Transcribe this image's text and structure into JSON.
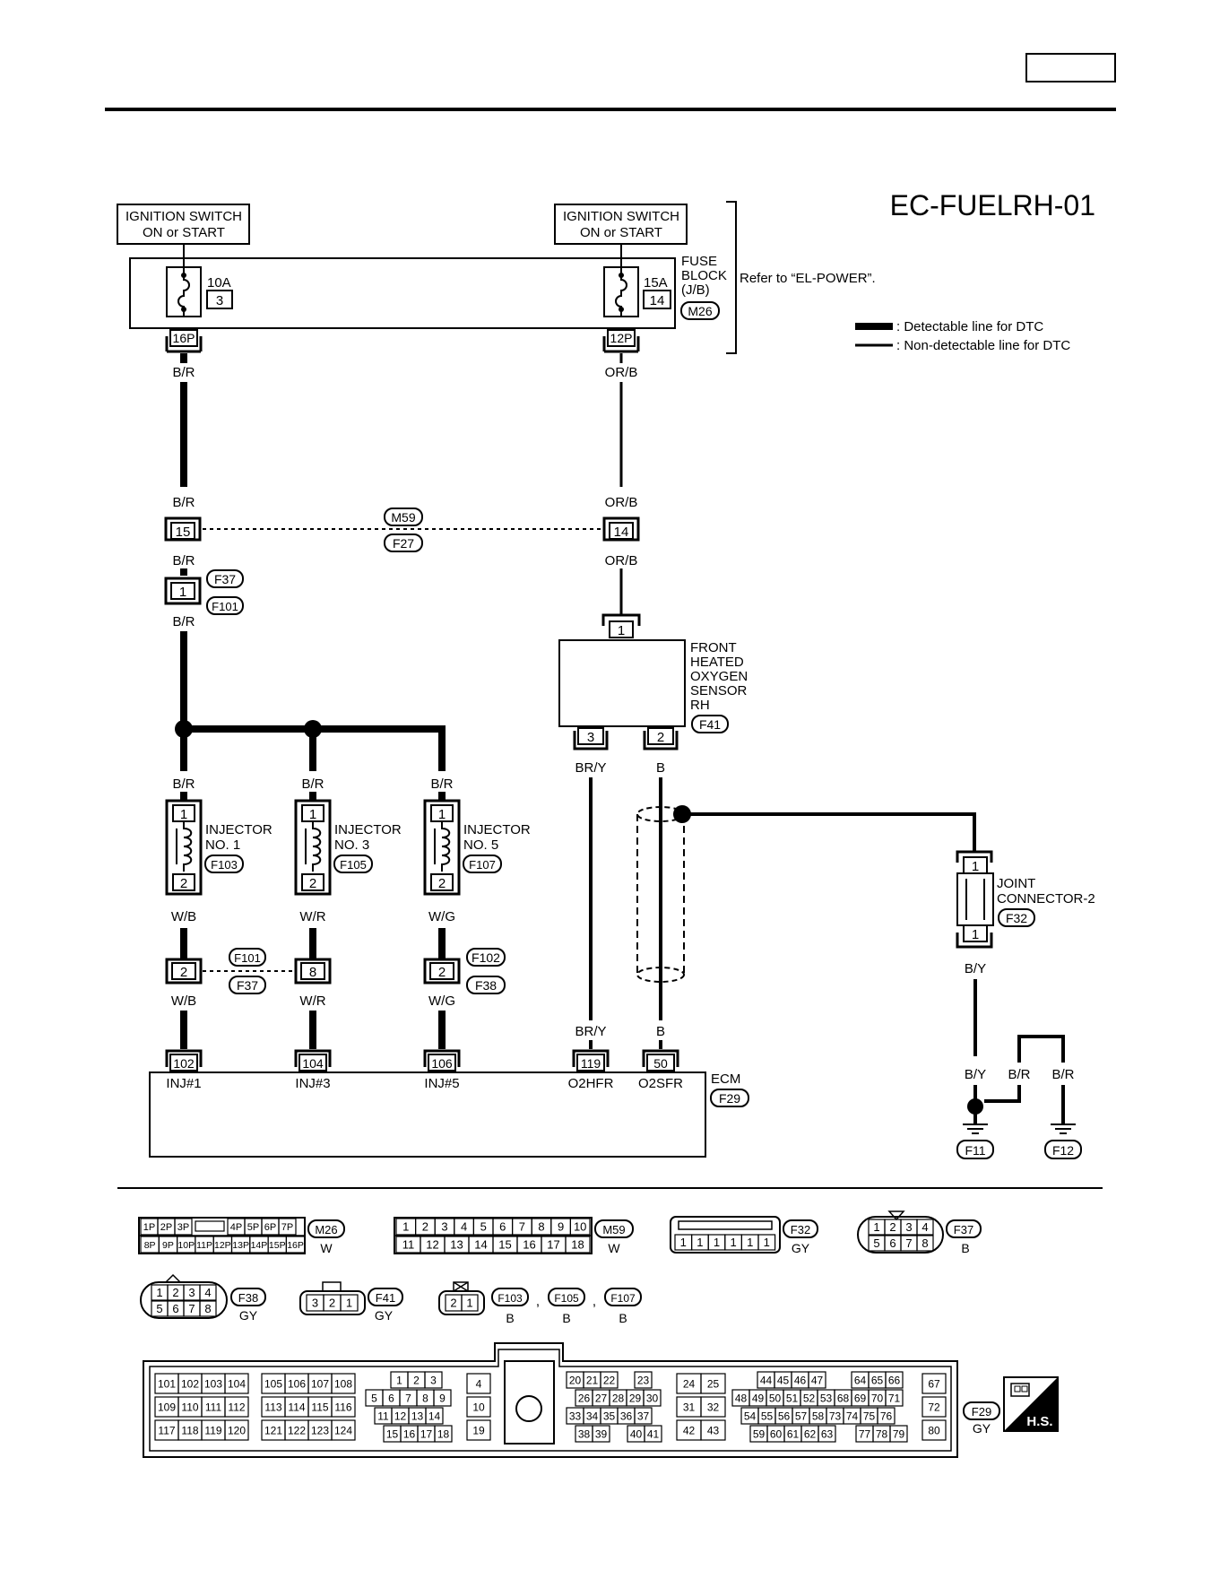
{
  "page": {
    "diagram_id": "EC-FUELRH-01",
    "header_tab": ""
  },
  "power": {
    "left_switch": [
      "IGNITION SWITCH",
      "ON or START"
    ],
    "right_switch": [
      "IGNITION SWITCH",
      "ON or START"
    ],
    "fuse_left": {
      "amps": "10A",
      "num": "3",
      "conn": "16P"
    },
    "fuse_right": {
      "amps": "15A",
      "num": "14",
      "conn": "12P"
    },
    "fuse_block_label": [
      "FUSE",
      "BLOCK",
      "(J/B)"
    ],
    "fuse_block_conn": "M26",
    "refer_text": "Refer to “EL-POWER”."
  },
  "legend": {
    "detectable": ": Detectable line for DTC",
    "non_detectable": ": Non-detectable line for DTC"
  },
  "wires": {
    "br": "B/R",
    "orb": "OR/B",
    "wb": "W/B",
    "wr": "W/R",
    "wg": "W/G",
    "bry": "BR/Y",
    "b": "B",
    "by": "B/Y"
  },
  "connectors": {
    "m59_f27": {
      "left_pin": "15",
      "right_pin": "14",
      "top": "M59",
      "bottom": "F27"
    },
    "f37_f101": {
      "pin": "1",
      "top": "F37",
      "bottom": "F101"
    },
    "inj_jct": {
      "pin1": "2",
      "pin2": "8",
      "pin3": "2",
      "lbl_a_top": "F101",
      "lbl_a_bottom": "F37",
      "lbl_b_top": "F102",
      "lbl_b_bottom": "F38"
    }
  },
  "injectors": [
    {
      "name1": "INJECTOR",
      "name2": "NO. 1",
      "conn": "F103",
      "pin_top": "1",
      "pin_bottom": "2"
    },
    {
      "name1": "INJECTOR",
      "name2": "NO. 3",
      "conn": "F105",
      "pin_top": "1",
      "pin_bottom": "2"
    },
    {
      "name1": "INJECTOR",
      "name2": "NO. 5",
      "conn": "F107",
      "pin_top": "1",
      "pin_bottom": "2"
    }
  ],
  "sensor": {
    "lines": [
      "FRONT",
      "HEATED",
      "OXYGEN",
      "SENSOR",
      "RH"
    ],
    "conn": "F41",
    "pin_top": "1",
    "pin_left": "3",
    "pin_right": "2"
  },
  "joint": {
    "lines": [
      "JOINT",
      "CONNECTOR-2"
    ],
    "conn": "F32",
    "pin_top": "1",
    "pin_bottom": "1"
  },
  "ecm": {
    "label": "ECM",
    "conn": "F29",
    "pins": [
      {
        "num": "102",
        "name": "INJ#1"
      },
      {
        "num": "104",
        "name": "INJ#3"
      },
      {
        "num": "106",
        "name": "INJ#5"
      },
      {
        "num": "119",
        "name": "O2HFR"
      },
      {
        "num": "50",
        "name": "O2SFR"
      }
    ]
  },
  "grounds": {
    "g1": "F11",
    "g2": "F12"
  },
  "connector_views": {
    "m26": {
      "row1": [
        "1P",
        "2P",
        "3P",
        "",
        "4P",
        "5P",
        "6P",
        "7P"
      ],
      "row2": [
        "8P",
        "9P",
        "10P",
        "11P",
        "12P",
        "13P",
        "14P",
        "15P",
        "16P"
      ],
      "id": "M26",
      "color": "W"
    },
    "m59": {
      "row1": [
        "1",
        "2",
        "3",
        "4",
        "5",
        "6",
        "7",
        "8",
        "9",
        "10"
      ],
      "row2": [
        "11",
        "12",
        "13",
        "14",
        "15",
        "16",
        "17",
        "18"
      ],
      "id": "M59",
      "color": "W"
    },
    "f32": {
      "row": [
        "1",
        "1",
        "1",
        "1",
        "1",
        "1"
      ],
      "id": "F32",
      "color": "GY"
    },
    "f37": {
      "row1": [
        "1",
        "2",
        "3",
        "4"
      ],
      "row2": [
        "5",
        "6",
        "7",
        "8"
      ],
      "id": "F37",
      "color": "B"
    },
    "f38": {
      "row1": [
        "1",
        "2",
        "3",
        "4"
      ],
      "row2": [
        "5",
        "6",
        "7",
        "8"
      ],
      "id": "F38",
      "color": "GY"
    },
    "f41": {
      "row": [
        "3",
        "2",
        "1"
      ],
      "id": "F41",
      "color": "GY"
    },
    "inj": {
      "row": [
        "2",
        "1"
      ],
      "ids": [
        "F103",
        "F105",
        "F107"
      ],
      "colors": [
        "B",
        "B",
        "B"
      ],
      "sep": ","
    },
    "f29": {
      "id": "F29",
      "color": "GY",
      "hs": "H.S.",
      "g1": [
        [
          "101",
          "102",
          "103",
          "104"
        ],
        [
          "109",
          "110",
          "111",
          "112"
        ],
        [
          "117",
          "118",
          "119",
          "120"
        ]
      ],
      "g2": [
        [
          "105",
          "106",
          "107",
          "108"
        ],
        [
          "113",
          "114",
          "115",
          "116"
        ],
        [
          "121",
          "122",
          "123",
          "124"
        ]
      ],
      "g3": [
        [
          "1",
          "2",
          "3"
        ],
        [
          "5",
          "6",
          "7",
          "8",
          "9"
        ],
        [
          "11",
          "12",
          "13",
          "14"
        ],
        [
          "15",
          "16",
          "17",
          "18"
        ]
      ],
      "g4": [
        "4",
        "10",
        "19"
      ],
      "g5": [
        [
          "20",
          "21",
          "22",
          "23"
        ],
        [
          "26",
          "27",
          "28",
          "29",
          "30"
        ],
        [
          "33",
          "34",
          "35",
          "36",
          "37"
        ],
        [
          "38",
          "39",
          "40",
          "41"
        ]
      ],
      "g6": [
        [
          "24",
          "25"
        ],
        [
          "31",
          "32"
        ],
        [
          "42",
          "43"
        ]
      ],
      "g7": [
        [
          "44",
          "45",
          "46",
          "47",
          "64",
          "65",
          "66"
        ],
        [
          "48",
          "49",
          "50",
          "51",
          "52",
          "53",
          "68",
          "69",
          "70",
          "71"
        ],
        [
          "54",
          "55",
          "56",
          "57",
          "58",
          "73",
          "74",
          "75",
          "76"
        ],
        [
          "59",
          "60",
          "61",
          "62",
          "63",
          "77",
          "78",
          "79"
        ]
      ],
      "g8": [
        "67",
        "72",
        "80"
      ]
    }
  }
}
